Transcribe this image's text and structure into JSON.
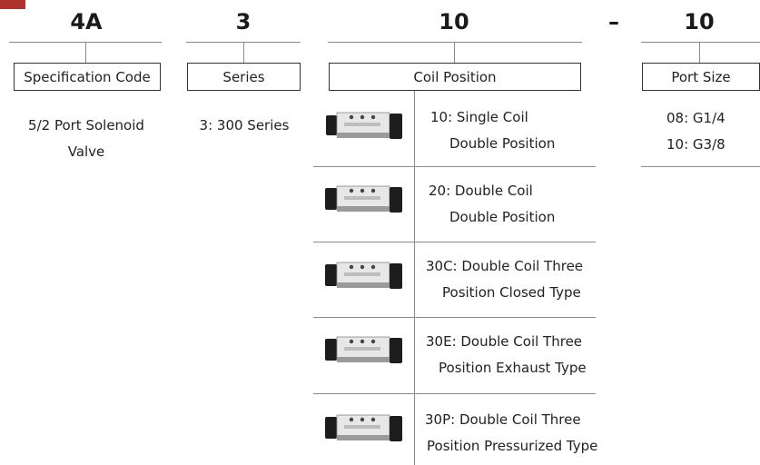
{
  "segments": [
    {
      "code": "4A",
      "label": "Specification Code",
      "desc": [
        "5/2 Port Solenoid",
        "Valve"
      ]
    },
    {
      "code": "3",
      "label": "Series",
      "desc": [
        "3: 300 Series"
      ]
    },
    {
      "code": "10",
      "label": "Coil Position"
    },
    {
      "code": "10",
      "label": "Port Size",
      "desc": [
        "08:  G1/4",
        "10:  G3/8"
      ]
    }
  ],
  "separator": "–",
  "coil_options": [
    {
      "line1": "10: Single Coil",
      "line2": "Double Position",
      "icon": "solenoid-valve-icon"
    },
    {
      "line1": "20: Double Coil",
      "line2": "Double Position",
      "icon": "solenoid-valve-icon"
    },
    {
      "line1": "30C: Double Coil Three",
      "line2": "Position Closed Type",
      "icon": "solenoid-valve-icon"
    },
    {
      "line1": "30E: Double Coil Three",
      "line2": "Position Exhaust Type",
      "icon": "solenoid-valve-icon"
    },
    {
      "line1": "30P: Double Coil Three",
      "line2": "Position Pressurized Type",
      "icon": "solenoid-valve-icon"
    }
  ],
  "colors": {
    "accent": "#b0322c",
    "line": "#8a8a8a",
    "text": "#222222"
  }
}
